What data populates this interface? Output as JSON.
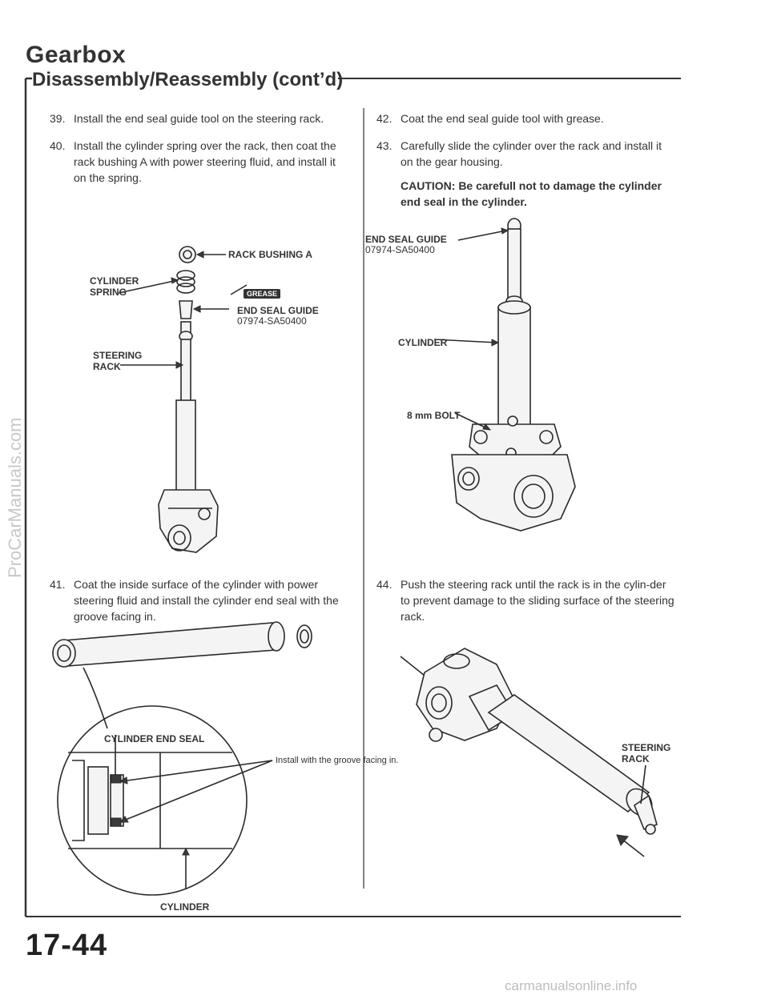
{
  "header": {
    "title": "Gearbox",
    "section_title": "Disassembly/Reassembly (cont’d)"
  },
  "steps": [
    {
      "num": "39.",
      "text": "Install the end seal guide tool on the steering rack."
    },
    {
      "num": "40.",
      "text": "Install the cylinder spring over the rack, then coat the rack bushing A with power steering fluid, and install it on the spring."
    },
    {
      "num": "41.",
      "text": "Coat the inside surface of the cylinder with power steering fluid and install the cylinder end seal with the groove facing in."
    },
    {
      "num": "42.",
      "text": "Coat the end seal guide tool with grease."
    },
    {
      "num": "43.",
      "text": "Carefully slide the cylinder over the rack and install it on the gear housing."
    },
    {
      "num": "44.",
      "text": "Push the steering rack until the rack is in the cylin-der to prevent damage to the sliding surface of the steering rack."
    }
  ],
  "caution": "CAUTION:  Be carefull not to damage the cylinder end seal in the cylinder.",
  "figure1": {
    "rack_bushing": "RACK BUSHING A",
    "cylinder_spring_1": "CYLINDER",
    "cylinder_spring_2": "SPRING",
    "end_seal_guide": "END SEAL GUIDE",
    "tool_number": "07974-SA50400",
    "steering_rack_1": "STEERING",
    "steering_rack_2": "RACK",
    "grease_badge": "GREASE"
  },
  "figure2": {
    "cylinder_end_seal": "CYLINDER END SEAL",
    "groove_note": "Install with the groove facing in.",
    "cylinder": "CYLINDER"
  },
  "figure3": {
    "end_seal_guide": "END SEAL GUIDE",
    "tool_number": "07974-SA50400",
    "cylinder": "CYLINDER",
    "bolt": "8 mm BOLT"
  },
  "figure4": {
    "steering_rack_1": "STEERING",
    "steering_rack_2": "RACK"
  },
  "footer": {
    "page_number": "17-44",
    "watermark_left": "ProCarManuals.com",
    "watermark_bottom": "carmanualsonline.info"
  }
}
